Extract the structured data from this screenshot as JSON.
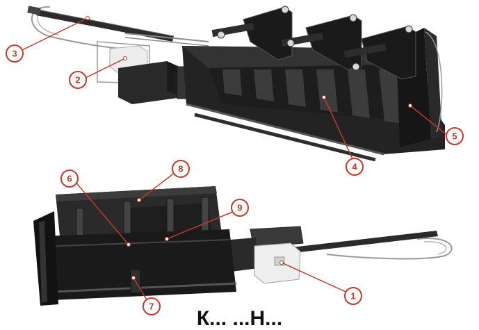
{
  "caption": "К... ...Н...",
  "colors": {
    "callout": "#c0392b",
    "machine_dark": "#1c1c1c",
    "machine_mid": "#3a3a3a",
    "housing": "#e9e9e9"
  },
  "callouts": [
    {
      "id": "c1",
      "label": "1"
    },
    {
      "id": "c2",
      "label": "2"
    },
    {
      "id": "c3",
      "label": "3"
    },
    {
      "id": "c4",
      "label": "4"
    },
    {
      "id": "c5",
      "label": "5"
    },
    {
      "id": "c6",
      "label": "6"
    },
    {
      "id": "c7",
      "label": "7"
    },
    {
      "id": "c8",
      "label": "8"
    },
    {
      "id": "c9",
      "label": "9"
    }
  ]
}
